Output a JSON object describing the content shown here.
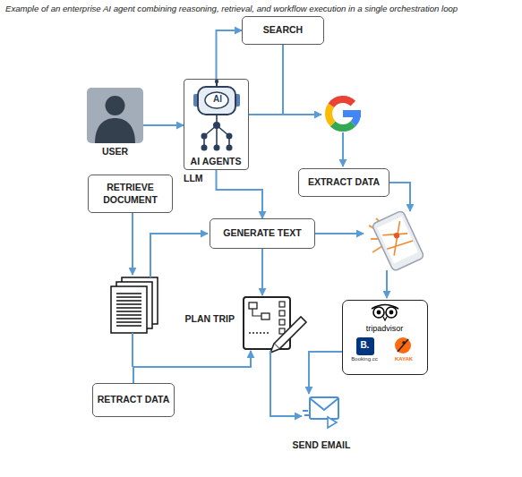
{
  "diagram": {
    "caption": "Example of an enterprise AI agent combining reasoning, retrieval, and workflow execution in a single orchestration loop",
    "nodes": [
      {
        "text": [
          "SEARCH"
        ]
      },
      {
        "text": [
          "USER"
        ]
      },
      {
        "text": [
          "AI",
          "AI AGENTS",
          "LLM"
        ]
      },
      {
        "text": [
          "EXTRACT DATA"
        ]
      },
      {
        "text": [
          "RETRIEVE DOCUMENT"
        ]
      },
      {
        "text": [
          "GENERATE TEXT"
        ]
      },
      {
        "text": [
          "PLAN TRIP"
        ]
      },
      {
        "text": [
          "tripadvisor",
          "B.",
          "Booking.cc",
          "KAYAK"
        ]
      },
      {
        "text": [
          "RETRACT DATA"
        ]
      },
      {
        "text": [
          "SEND EMAIL"
        ]
      }
    ],
    "edges": [
      {
        "from": 1,
        "to": 2,
        "arrow": "to"
      },
      {
        "from": 2,
        "to": 0,
        "arrow": "to"
      },
      {
        "from": 2,
        "to": 5,
        "arrow": "to"
      },
      {
        "from": 5,
        "to": 6,
        "arrow": "to"
      },
      {
        "from": 8,
        "to": 6,
        "arrow": "to"
      },
      {
        "from": 7,
        "to": 9,
        "arrow": "to"
      },
      {
        "from": 6,
        "to": 9,
        "arrow": "to"
      }
    ]
  }
}
